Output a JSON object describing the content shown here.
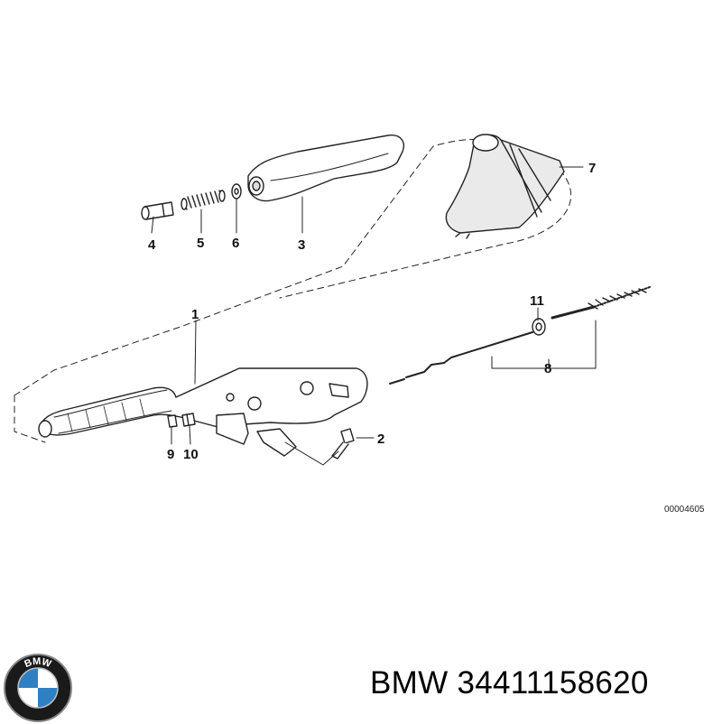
{
  "diagram": {
    "callouts": [
      "1",
      "2",
      "3",
      "4",
      "5",
      "6",
      "7",
      "8",
      "9",
      "10",
      "11"
    ],
    "drawing_number": "00004605"
  },
  "caption": {
    "brand": "BMW",
    "part_number": "34411158620"
  },
  "logo": {
    "letters": "BMW",
    "colors": {
      "ring": "#1a1a1a",
      "blue": "#2f7fc4",
      "white": "#ffffff"
    }
  }
}
